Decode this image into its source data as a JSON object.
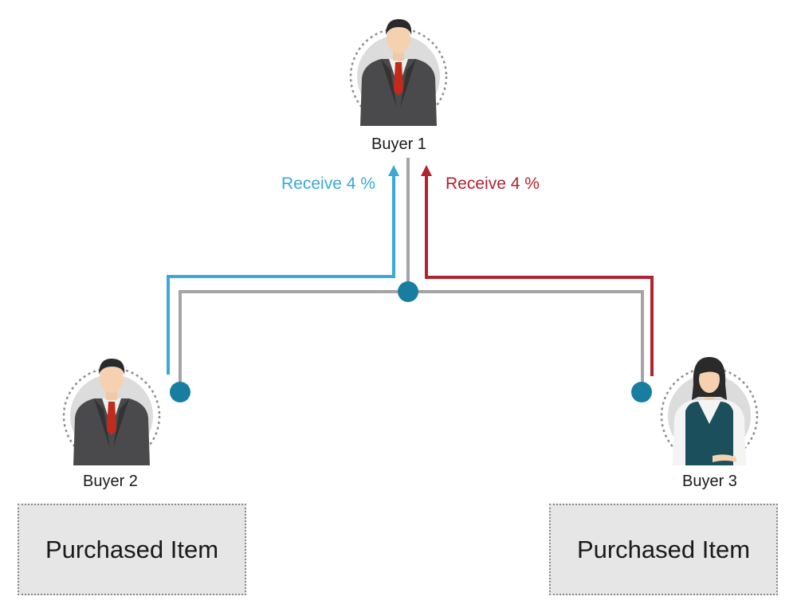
{
  "colors": {
    "blue_line": "#3aa9d8",
    "red_line": "#b3222f",
    "gray_line": "#a4a4a7",
    "node": "#177ea1",
    "suit_dark": "#4a4a4c",
    "vest_teal": "#1c4f5c",
    "tie_red": "#c42a1a"
  },
  "nodes": {
    "top": {
      "name": "Buyer 1",
      "icon": "businessman-avatar-icon"
    },
    "left": {
      "name": "Buyer 2",
      "icon": "businessman-avatar-icon",
      "box_text": "Purchased Item"
    },
    "right": {
      "name": "Buyer 3",
      "icon": "businesswoman-avatar-icon",
      "box_text": "Purchased Item"
    }
  },
  "edges": {
    "left_to_top": "Receive 4 %",
    "right_to_top": "Receive 4 %"
  }
}
